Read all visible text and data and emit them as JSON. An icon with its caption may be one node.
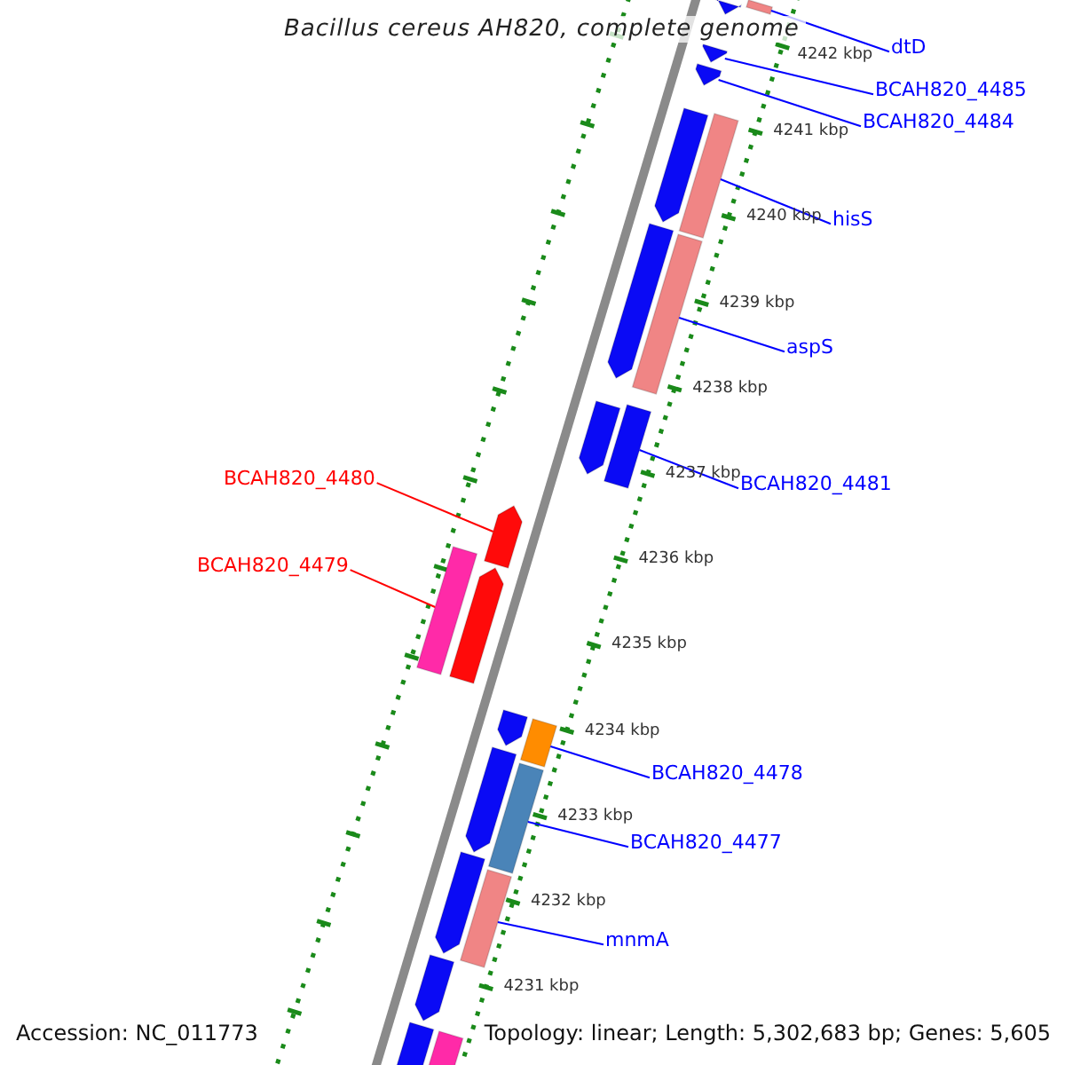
{
  "diagram": {
    "title": "Bacillus cereus AH820, complete genome",
    "nodes": [
      {
        "text": [
          "dtD"
        ]
      },
      {
        "text": [
          "BCAH820_4485"
        ]
      },
      {
        "text": [
          "BCAH820_4484"
        ]
      },
      {
        "text": [
          "hisS"
        ]
      },
      {
        "text": [
          "aspS"
        ]
      },
      {
        "text": [
          "BCAH820_4481"
        ]
      },
      {
        "text": [
          "BCAH820_4480"
        ]
      },
      {
        "text": [
          "BCAH820_4479"
        ]
      },
      {
        "text": [
          "BCAH820_4478"
        ]
      },
      {
        "text": [
          "BCAH820_4477"
        ]
      },
      {
        "text": [
          "mnmA"
        ]
      },
      {
        "text": [],
        "shape": "bar"
      },
      {
        "text": [],
        "shape": "bar"
      },
      {
        "text": [],
        "shape": "bar"
      },
      {
        "text": [],
        "shape": "bar"
      },
      {
        "text": [],
        "shape": "bar"
      },
      {
        "text": [],
        "shape": "bar"
      },
      {
        "text": [],
        "shape": "bar"
      },
      {
        "text": [],
        "shape": "bar"
      },
      {
        "text": [],
        "shape": "bar"
      },
      {
        "text": [],
        "shape": "bar"
      },
      {
        "text": [],
        "shape": "bar"
      },
      {
        "text": [],
        "shape": "bar"
      },
      {
        "text": [],
        "shape": "bar"
      },
      {
        "text": [],
        "shape": "bar"
      },
      {
        "text": [],
        "shape": "bar"
      },
      {
        "text": [],
        "shape": "bar"
      },
      {
        "text": [],
        "shape": "bar"
      },
      {
        "text": [],
        "shape": "bar"
      },
      {
        "text": [],
        "shape": "bar"
      },
      {
        "text": [],
        "shape": "bar"
      },
      {
        "text": [],
        "shape": "bar"
      },
      {
        "text": [],
        "shape": "bar"
      }
    ],
    "edges": [
      {
        "from": 0,
        "to": 12,
        "arrow": "none"
      },
      {
        "from": 1,
        "to": 13,
        "arrow": "none"
      },
      {
        "from": 2,
        "to": 14,
        "arrow": "none"
      },
      {
        "from": 3,
        "to": 16,
        "arrow": "none"
      },
      {
        "from": 4,
        "to": 18,
        "arrow": "none"
      },
      {
        "from": 5,
        "to": 20,
        "arrow": "none"
      },
      {
        "from": 6,
        "to": 21,
        "arrow": "none",
        "color": "#ff0000"
      },
      {
        "from": 7,
        "to": 22,
        "arrow": "none",
        "color": "#ff0000"
      },
      {
        "from": 8,
        "to": 25,
        "arrow": "none"
      },
      {
        "from": 9,
        "to": 27,
        "arrow": "none"
      },
      {
        "from": 10,
        "to": 29,
        "arrow": "none"
      }
    ],
    "labels": [
      "4242 kbp",
      "4241 kbp",
      "4240 kbp",
      "4239 kbp",
      "4238 kbp",
      "4237 kbp",
      "4236 kbp",
      "4235 kbp",
      "4234 kbp",
      "4233 kbp",
      "4232 kbp",
      "4231 kbp",
      "Accession: NC_011773",
      "Topology: linear; Length: 5,302,683 bp; Genes: 5,605"
    ]
  }
}
